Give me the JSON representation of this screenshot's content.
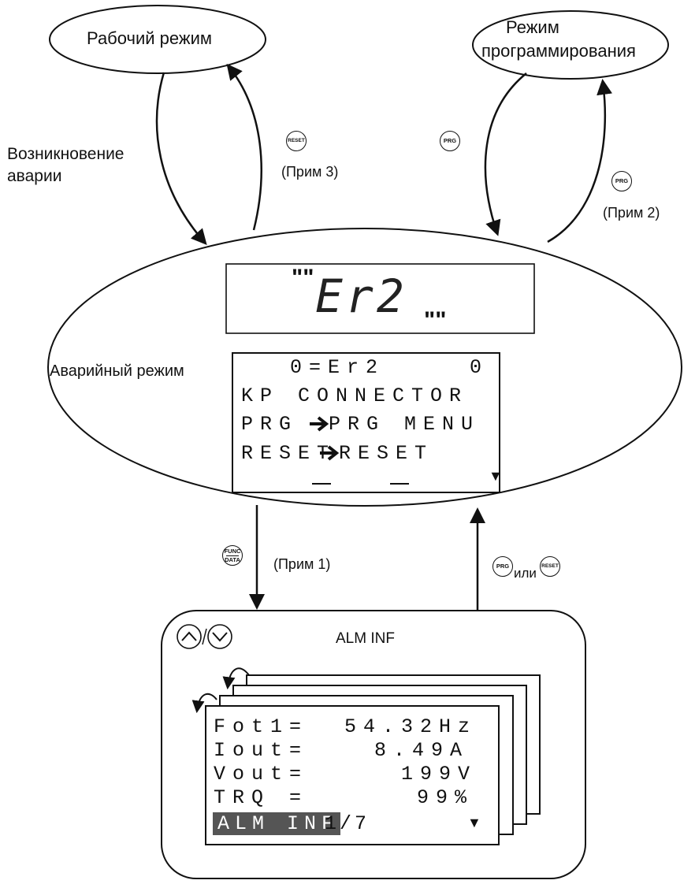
{
  "nodes": {
    "operation_mode": "Рабочий режим",
    "programming_mode_line1": "Режим",
    "programming_mode_line2": "программирования",
    "alarm_mode": "Аварийный режим",
    "alm_inf": "ALM INF"
  },
  "transitions": {
    "alarm_occurrence_line1": "Возникновение",
    "alarm_occurrence_line2": "аварии",
    "note3": "(Прим 3)",
    "note2": "(Прим 2)",
    "note1": "(Прим 1)",
    "or_word": "или"
  },
  "keys": {
    "reset": "RESET",
    "prg": "PRG",
    "func": "FUNC",
    "data": "DATA"
  },
  "led_display": {
    "value": "Er2",
    "blink_marks": "\"\""
  },
  "alarm_lcd": {
    "line1_left": "0=Er2",
    "line1_right": "0",
    "line2": "KP CONNECTOR",
    "line3_left": "PRG",
    "line3_right": "PRG MENU",
    "line4_left": "RESET",
    "line4_right": "RESET",
    "scroll_arrow": "▼"
  },
  "alm_inf_lcd": {
    "row1_label": "Fot1=",
    "row1_value": "54.32Hz",
    "row2_label": "Iout=",
    "row2_value": "8.49A",
    "row3_label": "Vout=",
    "row3_value": "199V",
    "row4_label": "TRQ =",
    "row4_value": "99%",
    "footer_label": "ALM INF",
    "page": "1/7",
    "scroll_arrow": "▼",
    "page_count_shown": 4
  },
  "colors": {
    "line": "#111111",
    "highlight": "#555555"
  }
}
